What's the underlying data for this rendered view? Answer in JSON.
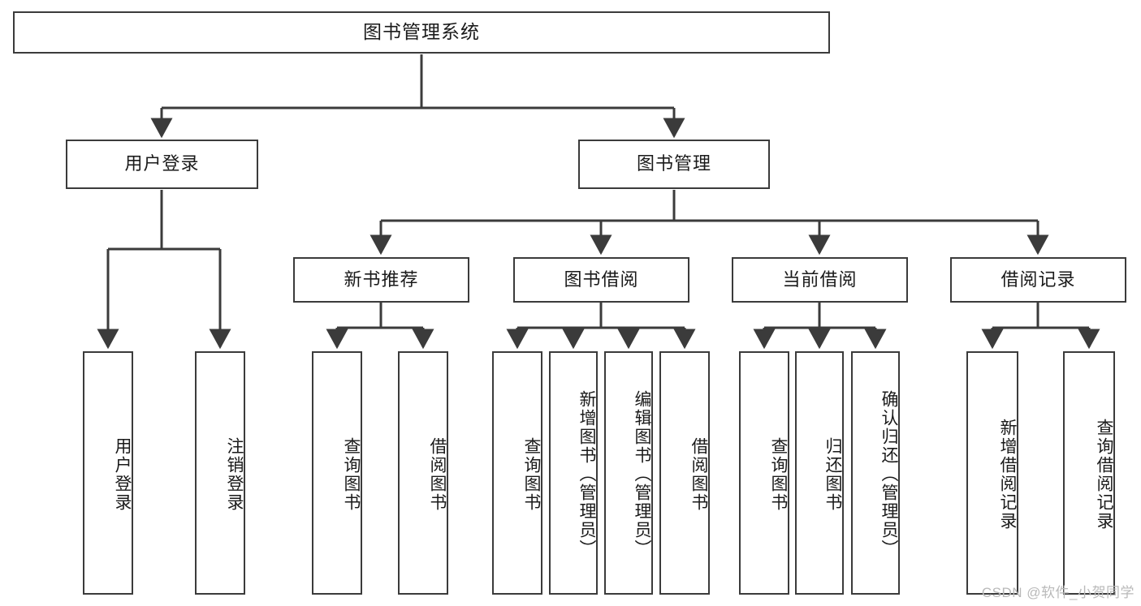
{
  "diagram": {
    "type": "tree-hierarchy-chart",
    "title": "图书管理系统",
    "stroke_color": "#3b3b3b",
    "background_color": "#ffffff",
    "text_color": "#1a1a1a",
    "root": {
      "label": "图书管理系统"
    },
    "level2": [
      {
        "label": "用户登录"
      },
      {
        "label": "图书管理"
      }
    ],
    "level3": [
      {
        "label": "新书推荐"
      },
      {
        "label": "图书借阅"
      },
      {
        "label": "当前借阅"
      },
      {
        "label": "借阅记录"
      }
    ],
    "leaves": {
      "user_login": [
        {
          "label": "用户登录"
        },
        {
          "label": "注销登录"
        }
      ],
      "new_book_recommend": [
        {
          "label": "查询图书"
        },
        {
          "label": "借阅图书"
        }
      ],
      "book_borrow": [
        {
          "label": "查询图书"
        },
        {
          "label": "新增图书（管理员）"
        },
        {
          "label": "编辑图书（管理员）"
        },
        {
          "label": "借阅图书"
        }
      ],
      "current_borrow": [
        {
          "label": "查询图书"
        },
        {
          "label": "归还图书"
        },
        {
          "label": "确认归还（管理员）"
        }
      ],
      "borrow_records": [
        {
          "label": "新增借阅记录"
        },
        {
          "label": "查询借阅记录"
        }
      ]
    },
    "watermark": "CSDN @软件_小贺同学"
  }
}
